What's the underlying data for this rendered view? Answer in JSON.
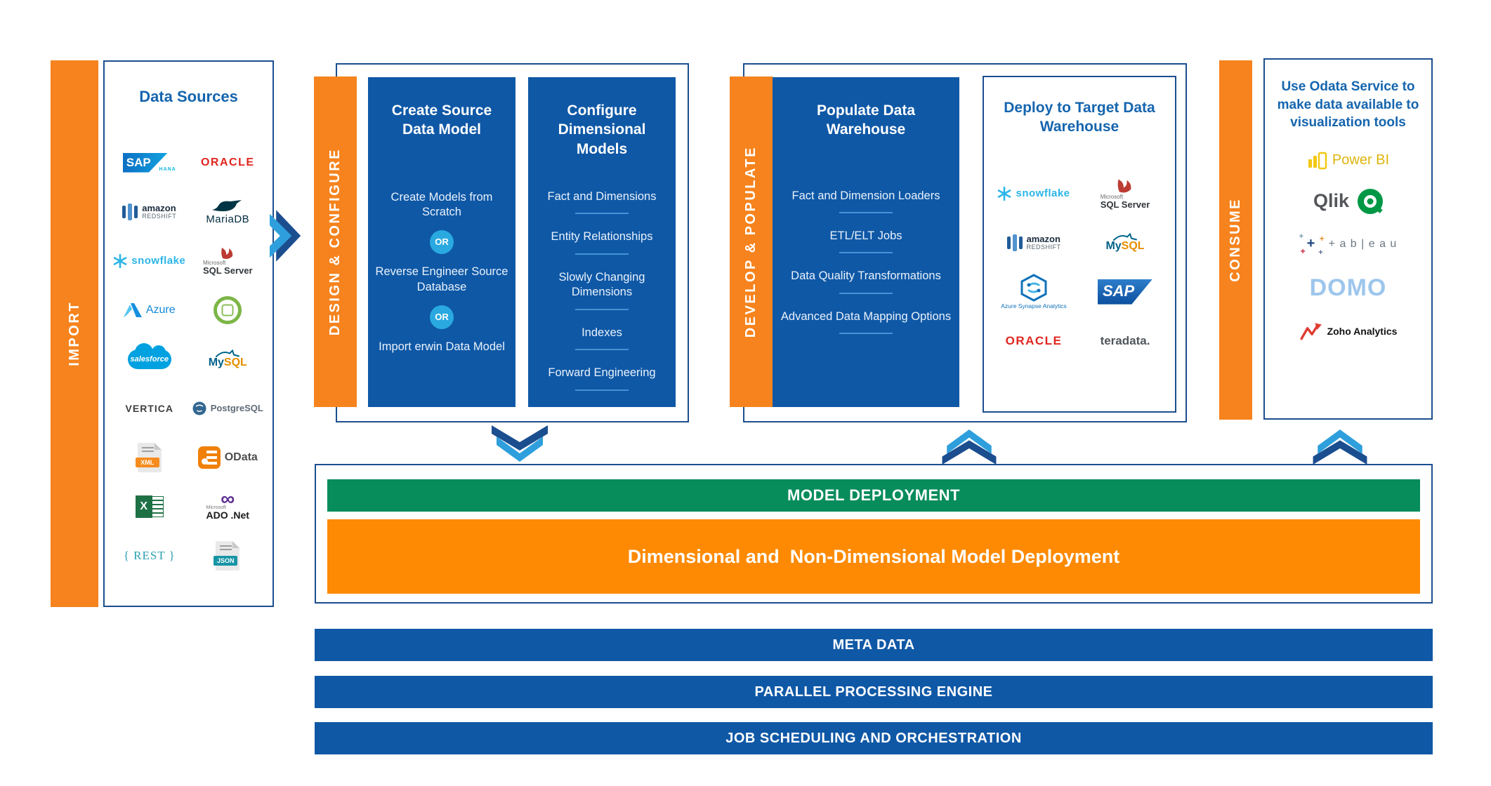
{
  "colors": {
    "stage_orange": "#F6831D",
    "panel_blue": "#0F58A6",
    "navy_border": "#1B4E8F",
    "deployment_green": "#078C5C",
    "deployment_orange": "#FD8A02",
    "accent_light_blue": "#29A9E0",
    "header_blue": "#1565AE"
  },
  "stages": {
    "import": "IMPORT",
    "design": "DESIGN & CONFIGURE",
    "develop": "DEVELOP & POPULATE",
    "consume": "CONSUME"
  },
  "data_sources": {
    "title": "Data Sources"
  },
  "panels": {
    "create_source": {
      "title": "Create Source Data Model",
      "or_label": "OR",
      "items": [
        "Create Models from Scratch",
        "Reverse Engineer Source Database",
        "Import erwin Data Model"
      ]
    },
    "configure_dimensional": {
      "title": "Configure Dimensional Models",
      "items": [
        "Fact and Dimensions",
        "Entity Relationships",
        "Slowly Changing Dimensions",
        "Indexes",
        "Forward Engineering"
      ]
    },
    "populate": {
      "title": "Populate Data Warehouse",
      "items": [
        "Fact and Dimension Loaders",
        "ETL/ELT Jobs",
        "Data Quality Transformations",
        "Advanced Data Mapping Options"
      ]
    },
    "deploy": {
      "title": "Deploy to Target Data Warehouse"
    },
    "consume": {
      "title": "Use Odata Service to make data available to visualization tools"
    }
  },
  "deployment": {
    "model": "MODEL DEPLOYMENT",
    "dimensional": "Dimensional and  Non-Dimensional Model Deployment"
  },
  "foundation": [
    "META DATA",
    "PARALLEL PROCESSING ENGINE",
    "JOB SCHEDULING AND ORCHESTRATION"
  ],
  "brands": {
    "sap_hana": {
      "text": "SAP",
      "sub": "HANA"
    },
    "oracle": {
      "text": "ORACLE"
    },
    "redshift": {
      "text": "amazon",
      "sub": "REDSHIFT"
    },
    "mariadb": {
      "text": "MariaDB"
    },
    "snowflake": {
      "text": "snowflake"
    },
    "sql_server": {
      "text": "SQL Server",
      "sub": "Microsoft"
    },
    "azure": {
      "text": "Azure"
    },
    "salesforce": {
      "text": "salesforce"
    },
    "mysql": {
      "text": "My",
      "sub": "SQL"
    },
    "vertica": {
      "text": "VERTICA"
    },
    "postgresql": {
      "text": "PostgreSQL"
    },
    "xml": {
      "text": "XML"
    },
    "odata": {
      "text": "OData"
    },
    "excel": {
      "text": "X"
    },
    "adonet": {
      "text": "ADO .Net",
      "sub": "Microsoft"
    },
    "rest": {
      "text": "{ REST }"
    },
    "json": {
      "text": "JSON"
    },
    "synapse": {
      "text": "Azure Synapse Analytics"
    },
    "sap": {
      "text": "SAP"
    },
    "teradata": {
      "text": "teradata."
    },
    "powerbi": {
      "text": "Power BI"
    },
    "qlik": {
      "text": "Qlik"
    },
    "tableau": {
      "text": "+ a b | e a u"
    },
    "domo": {
      "text": "DOMO"
    },
    "zoho": {
      "text": "Zoho Analytics"
    }
  }
}
